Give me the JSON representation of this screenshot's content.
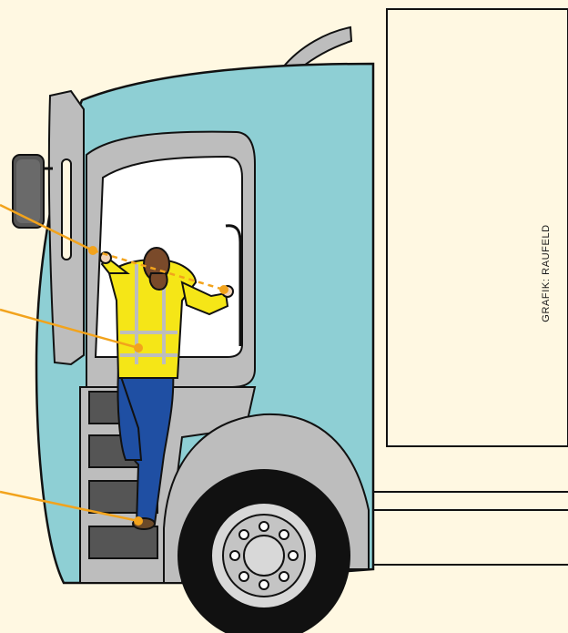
{
  "credit": {
    "text": "GRAFIK: RAUFELD"
  },
  "colors": {
    "background": "#fff8e2",
    "cab": "#8ecfd4",
    "cargo_box": "#fff8e2",
    "window": "#ffffff",
    "frame_gray": "#bdbdbd",
    "step_dark": "#555555",
    "vest_yellow": "#f5e617",
    "jeans_blue": "#1f4fa3",
    "hair_brown": "#7a4a2a",
    "skin": "#f2d3b8",
    "callout_orange": "#f2a31c",
    "outline": "#111111"
  },
  "callouts": [
    {
      "name": "handles-callout"
    },
    {
      "name": "vest-callout"
    },
    {
      "name": "step-callout"
    }
  ]
}
